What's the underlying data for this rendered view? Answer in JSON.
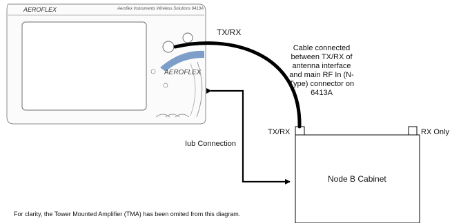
{
  "device": {
    "logo_text": "AEROFLEX",
    "header_title": "Aeroflex Instruments Wireless Solutions 6413A",
    "panel_logo": "AEROFLEX"
  },
  "labels": {
    "txrx_top": "TX/RX",
    "cable_note": [
      "Cable connected",
      "between TX/RX of",
      "antenna interface",
      "and main RF In (N-",
      "Type) connector on",
      "6413A"
    ],
    "txrx_cabinet": "TX/RX",
    "rx_only": "RX Only",
    "iub_connection": "Iub Connection",
    "cabinet": "Node B Cabinet",
    "footnote": "For clarity, the Tower Mounted Amplifier (TMA) has been omited from this diagram."
  },
  "colors": {
    "line": "#000000",
    "device_outline": "#8a8a8a",
    "accent_swoosh": "#7d9ec9"
  }
}
